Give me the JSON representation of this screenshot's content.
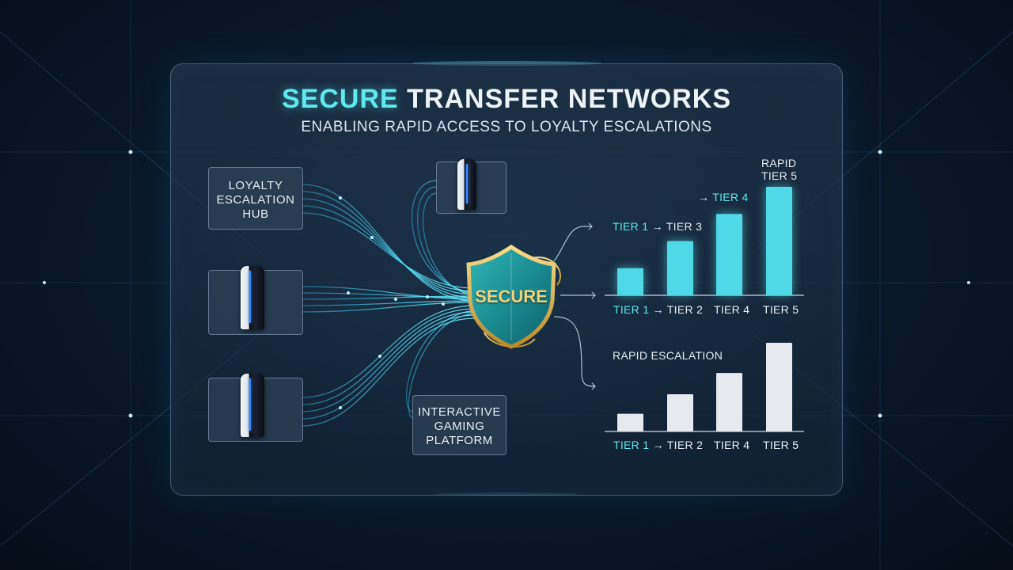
{
  "header": {
    "title_accent": "SECURE",
    "title_main": " TRANSFER NETWORKS",
    "subtitle": "ENABLING RAPID ACCESS TO LOYALTY ESCALATIONS"
  },
  "left_nodes": {
    "hub_line1": "LOYALTY",
    "hub_line2": "ESCALATION",
    "hub_line3": "HUB"
  },
  "platform": {
    "line1": "INTERACTIVE",
    "line2": "GAMING",
    "line3": "PLATFORM"
  },
  "shield": {
    "label": "SECURE"
  },
  "chart_data": [
    {
      "type": "bar",
      "categories": [
        "TIER 1 → TIER 2",
        "TIER 4",
        "TIER 5"
      ],
      "tick_labels": [
        {
          "cyan": "TIER 1",
          "rest": " → TIER 2"
        },
        {
          "cyan": "",
          "rest": "TIER 4"
        },
        {
          "cyan": "",
          "rest": "TIER 5"
        }
      ],
      "values": [
        1.0,
        2.0,
        3.0,
        4.0
      ],
      "annotations": {
        "a1": {
          "cyan": "TIER 1",
          "rest": " → TIER 3"
        },
        "a2": {
          "arrow": "→ ",
          "cyan": "TIER 4"
        },
        "a3_line1": "RAPID",
        "a3_line2": "TIER 5"
      },
      "color": "#4fd8e6"
    },
    {
      "type": "bar",
      "title": "RAPID ESCALATION",
      "categories": [
        "TIER 1 → TIER 2",
        "TIER 4",
        "TIER 5"
      ],
      "tick_labels": [
        {
          "cyan": "TIER 1",
          "rest": " → TIER 2"
        },
        {
          "cyan": "",
          "rest": "TIER 4"
        },
        {
          "cyan": "",
          "rest": "TIER 5"
        }
      ],
      "values": [
        1.0,
        2.1,
        3.3,
        5.0
      ],
      "color": "#e6eaef"
    }
  ]
}
